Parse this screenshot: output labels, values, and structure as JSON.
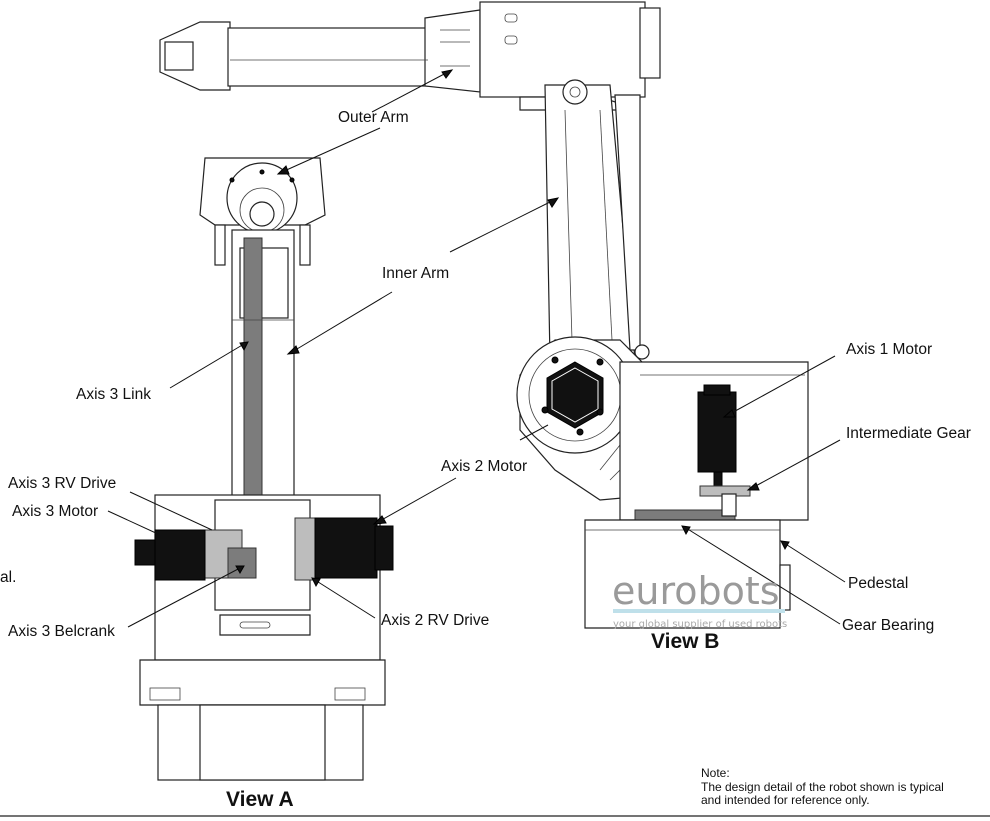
{
  "labels": {
    "outer_arm": "Outer Arm",
    "inner_arm": "Inner Arm",
    "axis3_link": "Axis 3 Link",
    "axis3_rv_drive": "Axis 3 RV Drive",
    "axis3_motor": "Axis 3 Motor",
    "axis3_belcrank": "Axis 3 Belcrank",
    "axis2_motor": "Axis 2 Motor",
    "axis2_rv_drive": "Axis 2 RV Drive",
    "axis1_motor": "Axis 1 Motor",
    "intermediate_gear": "Intermediate Gear",
    "pedestal": "Pedestal",
    "gear_bearing": "Gear Bearing",
    "stray_fragment": "al."
  },
  "views": {
    "a": "View A",
    "b": "View B"
  },
  "note": {
    "heading": "Note:",
    "line1": "The design detail of the robot shown is typical",
    "line2": "and intended for reference only."
  },
  "watermark": {
    "brand": "eurobots",
    "tagline": "your global supplier of used robots"
  },
  "colors": {
    "ink": "#111111",
    "motor": "#111111",
    "link": "#7c7c7c",
    "watermark": "#9a9a9a",
    "watermark_bar": "#bfe0ea"
  }
}
